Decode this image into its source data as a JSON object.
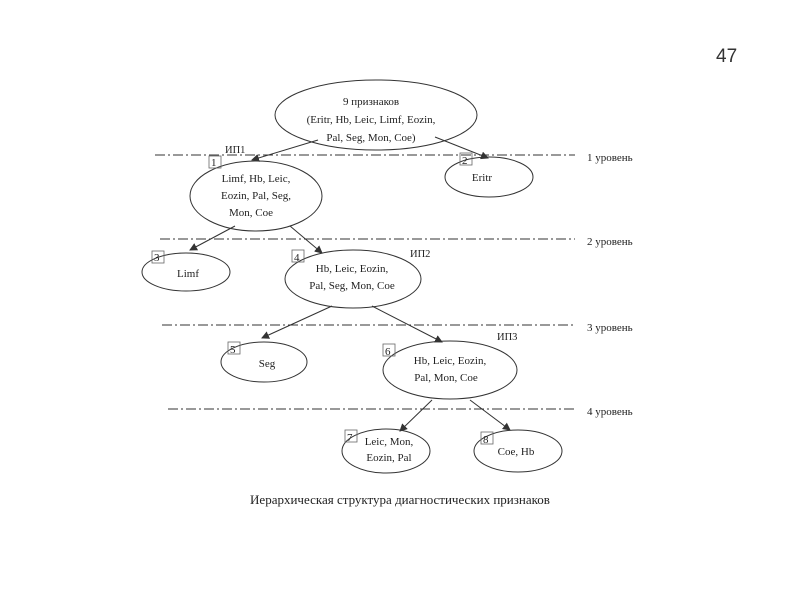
{
  "page_number": "47",
  "caption": "Иерархическая структура диагностических признаков",
  "levels": [
    "1 уровень",
    "2 уровень",
    "3 уровень",
    "4 уровень"
  ],
  "root": {
    "lines": [
      "9 признаков",
      "(Eritr, Hb, Leic, Limf, Eozin,",
      "Pal, Seg, Mon, Coe)"
    ]
  },
  "decision_labels": [
    "ИП1",
    "ИП2",
    "ИП3"
  ],
  "nodes": [
    {
      "number": "1",
      "lines": [
        "Limf, Hb, Leic,",
        "Eozin, Pal, Seg,",
        "Mon, Coe"
      ]
    },
    {
      "number": "2",
      "lines": [
        "Eritr"
      ]
    },
    {
      "number": "3",
      "lines": [
        "Limf"
      ]
    },
    {
      "number": "4",
      "lines": [
        "Hb, Leic, Eozin,",
        "Pal, Seg, Mon, Coe"
      ]
    },
    {
      "number": "5",
      "lines": [
        "Seg"
      ]
    },
    {
      "number": "6",
      "lines": [
        "Hb, Leic, Eozin,",
        "Pal, Mon, Coe"
      ]
    },
    {
      "number": "7",
      "lines": [
        "Leic, Mon,",
        "Eozin, Pal"
      ]
    },
    {
      "number": "8",
      "lines": [
        "Coe, Hb"
      ]
    }
  ]
}
